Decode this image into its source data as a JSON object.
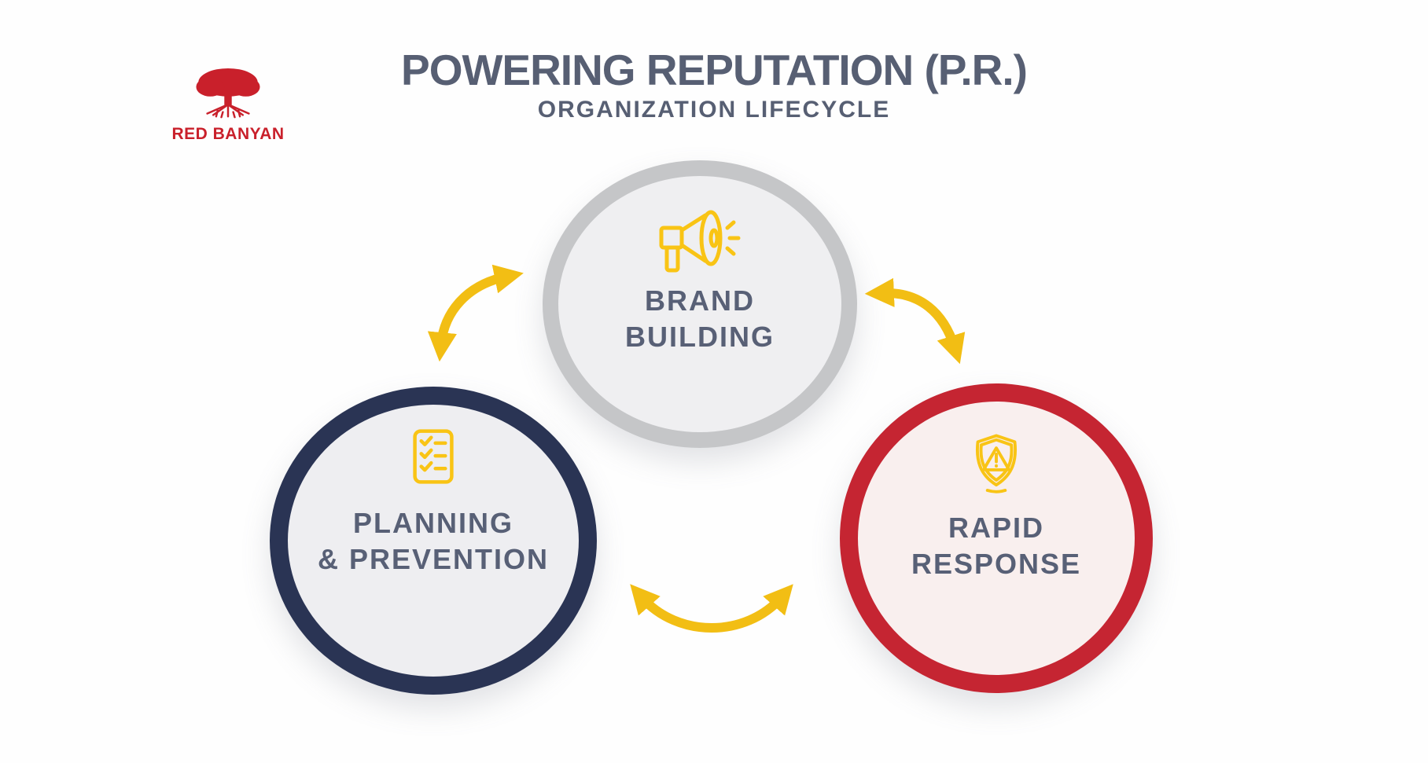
{
  "logo": {
    "name": "RED BANYAN",
    "color": "#C9202B"
  },
  "header": {
    "title": "POWERING REPUTATION (P.R.)",
    "subtitle": "ORGANIZATION LIFECYCLE",
    "text_color": "#575F73"
  },
  "diagram": {
    "label_color": "#586076",
    "icon_color": "#F9C415",
    "arrow_color": "#F2BE14",
    "nodes": [
      {
        "id": "brand-building",
        "label_lines": [
          "BRAND",
          "BUILDING"
        ],
        "icon": "megaphone-icon",
        "position": "top-center",
        "border_color": "#C5C6C8",
        "fill_color": "#EFEFF1"
      },
      {
        "id": "planning-prevention",
        "label_lines": [
          "PLANNING",
          "& PREVENTION"
        ],
        "icon": "checklist-icon",
        "position": "bottom-left",
        "border_color": "#2A3454",
        "fill_color": "#EEEEF1"
      },
      {
        "id": "rapid-response",
        "label_lines": [
          "RAPID",
          "RESPONSE"
        ],
        "icon": "shield-alert-icon",
        "position": "bottom-right",
        "border_color": "#C52532",
        "fill_color": "#F9EFEE"
      }
    ],
    "arrows": [
      {
        "id": "planning-brand",
        "between": [
          "PLANNING & PREVENTION",
          "BRAND BUILDING"
        ],
        "direction": "bidirectional"
      },
      {
        "id": "brand-rapid",
        "between": [
          "BRAND BUILDING",
          "RAPID RESPONSE"
        ],
        "direction": "bidirectional"
      },
      {
        "id": "rapid-planning",
        "between": [
          "RAPID RESPONSE",
          "PLANNING & PREVENTION"
        ],
        "direction": "bidirectional"
      }
    ]
  }
}
